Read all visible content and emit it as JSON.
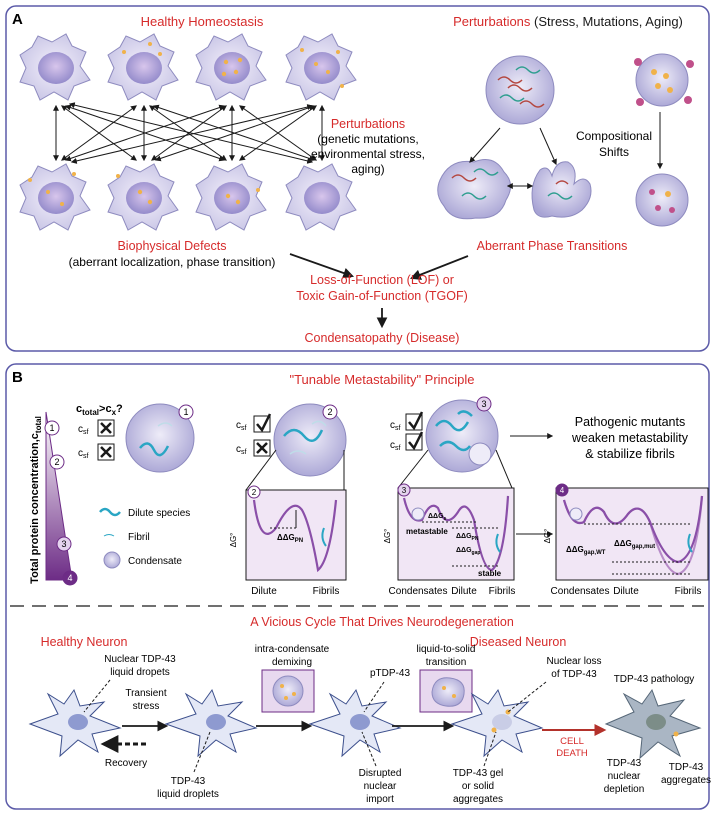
{
  "panelA": {
    "label": "A",
    "healthy_title": "Healthy Homeostasis",
    "perturb_title_red": "Perturbations",
    "perturb_title_black": "(Stress, Mutations, Aging)",
    "perturb_side_red": "Perturbations",
    "perturb_side_lines": [
      "(genetic mutations,",
      "environmental stress,",
      "aging)"
    ],
    "compositional": [
      "Compositional",
      "Shifts"
    ],
    "biophys_red": "Biophysical Defects",
    "biophys_black": "(aberrant localization, phase transition)",
    "aberrant": "Aberrant Phase Transitions",
    "lof_lines": [
      "Loss-of-Function (LOF) or",
      "Toxic Gain-of-Function (TGOF)"
    ],
    "condensatopathy": "Condensatopathy (Disease)"
  },
  "panelB": {
    "label": "B",
    "title": "\"Tunable Metastability\" Principle",
    "yaxis": "Total protein concentration,c",
    "yaxis_sub": "total",
    "question": "c",
    "question_sub": "total",
    "question_rest": ">c",
    "question_sub2": "x",
    "question_end": "?",
    "csf": "c",
    "csf_sub": "sf",
    "legend": [
      "Dilute species",
      "Fibril",
      "Condensate"
    ],
    "circle_nums": [
      "1",
      "2",
      "3",
      "4"
    ],
    "pathogenic": [
      "Pathogenic mutants",
      "weaken metastability",
      "& stabilize fibrils"
    ],
    "plot1_x": [
      "Dilute",
      "Fibrils"
    ],
    "plot1_dg": "ΔΔG",
    "plot1_dg_sub": "PN",
    "ylabel": "ΔG°",
    "plot2_x": [
      "Condensates",
      "Dilute",
      "Fibrils"
    ],
    "plot2_labels": [
      "metastable",
      "stable"
    ],
    "plot2_dg": [
      "ΔΔG",
      "ΔΔG",
      "ΔΔG"
    ],
    "plot2_dg_sub": [
      "s",
      "PN",
      "gap"
    ],
    "plot3_x": [
      "Condensates",
      "Dilute",
      "Fibrils"
    ],
    "plot3_dg": [
      "ΔΔG",
      "ΔΔG"
    ],
    "plot3_dg_sub": [
      "gap,WT",
      "gap,mut"
    ]
  },
  "panelC": {
    "title": "A Vicious Cycle That Drives Neurodegeneration",
    "healthy": "Healthy Neuron",
    "diseased": "Diseased Neuron",
    "nuclear_lines": [
      "Nuclear TDP-43",
      "liquid dropets"
    ],
    "transient": [
      "Transient",
      "stress"
    ],
    "recovery": "Recovery",
    "tdp_droplets": [
      "TDP-43",
      "liquid droplets"
    ],
    "demixing": [
      "intra-condensate",
      "demixing"
    ],
    "ptdp": "pTDP-43",
    "disrupted": [
      "Disrupted",
      "nuclear",
      "import"
    ],
    "liquid_solid": [
      "liquid-to-solid",
      "transition"
    ],
    "nuclear_loss": [
      "Nuclear loss",
      "of TDP-43"
    ],
    "gel": [
      "TDP-43 gel",
      "or solid",
      "aggregates"
    ],
    "cell_death": [
      "CELL",
      "DEATH"
    ],
    "pathology": "TDP-43 pathology",
    "depletion": [
      "TDP-43",
      "nuclear",
      "depletion"
    ],
    "aggregates": [
      "TDP-43",
      "aggregates"
    ]
  },
  "colors": {
    "accent_red": "#d62b2b",
    "panel_border": "#5b5aa8",
    "purple": "#8a4fa8"
  }
}
